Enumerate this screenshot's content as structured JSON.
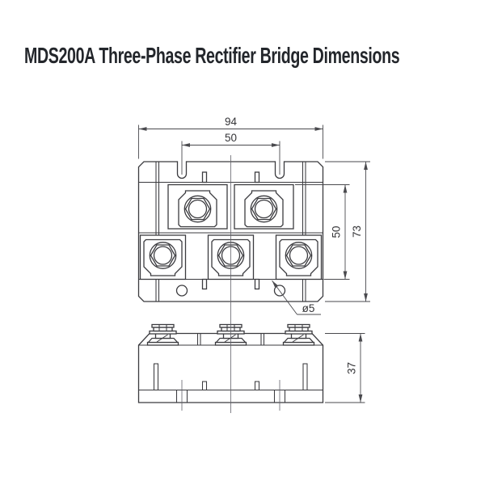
{
  "header": {
    "title": "MDS200A Three-Phase Rectifier Bridge Dimensions"
  },
  "drawing": {
    "dimensions": {
      "overall_width": "94",
      "slot_spacing": "50",
      "contact_height": "50",
      "overall_depth": "73",
      "mounting_hole": "ø5",
      "body_height": "37"
    }
  },
  "colors": {
    "background": "#ffffff",
    "title_text": "#23262b",
    "line": "#3b3b3f",
    "dimension_text": "#353538"
  }
}
